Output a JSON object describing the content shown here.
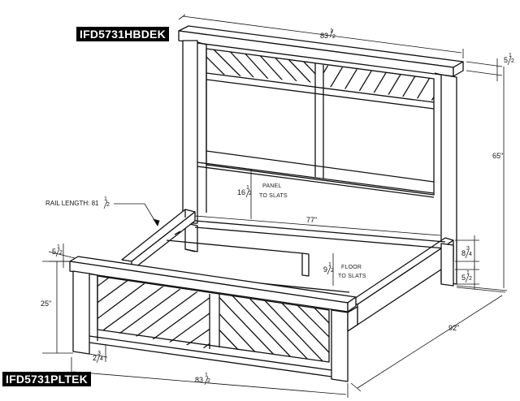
{
  "labels": {
    "headboard_model": "IFD5731HBDEK",
    "footboard_model": "IFD5731PLTEK"
  },
  "dimensions": {
    "headboard_width_whole": "83",
    "headboard_width_num": "1",
    "headboard_width_den": "2",
    "top_rail_thickness_whole": "5",
    "top_rail_thickness_num": "1",
    "top_rail_thickness_den": "2",
    "headboard_height": "65\"",
    "panel_to_slats_whole": "16",
    "panel_to_slats_num": "1",
    "panel_to_slats_den": "2",
    "panel_to_slats_text_1": "PANEL",
    "panel_to_slats_text_2": "TO SLATS",
    "rail_length_text": "RAIL LENGTH: 81",
    "rail_length_num": "1",
    "rail_length_den": "2",
    "inner_width": "77\"",
    "side_rail_height_whole": "8",
    "side_rail_height_num": "3",
    "side_rail_height_den": "4",
    "floor_to_slats_whole": "9",
    "floor_to_slats_num": "1",
    "floor_to_slats_den": "2",
    "floor_to_slats_text": "FLOOR",
    "floor_to_slats_text_2": "TO SLATS",
    "rail_clearance_whole": "5",
    "rail_clearance_num": "1",
    "rail_clearance_den": "2",
    "footboard_top_whole": "5",
    "footboard_top_num": "1",
    "footboard_top_den": "2",
    "footboard_height": "25\"",
    "bottom_clearance_whole": "2",
    "bottom_clearance_num": "3",
    "bottom_clearance_den": "4",
    "bed_length": "92\"",
    "footboard_width_whole": "83",
    "footboard_width_num": "1",
    "footboard_width_den": "2"
  },
  "colors": {
    "line": "#111111",
    "label_bg": "#000000",
    "label_fg": "#ffffff",
    "background": "#ffffff"
  }
}
